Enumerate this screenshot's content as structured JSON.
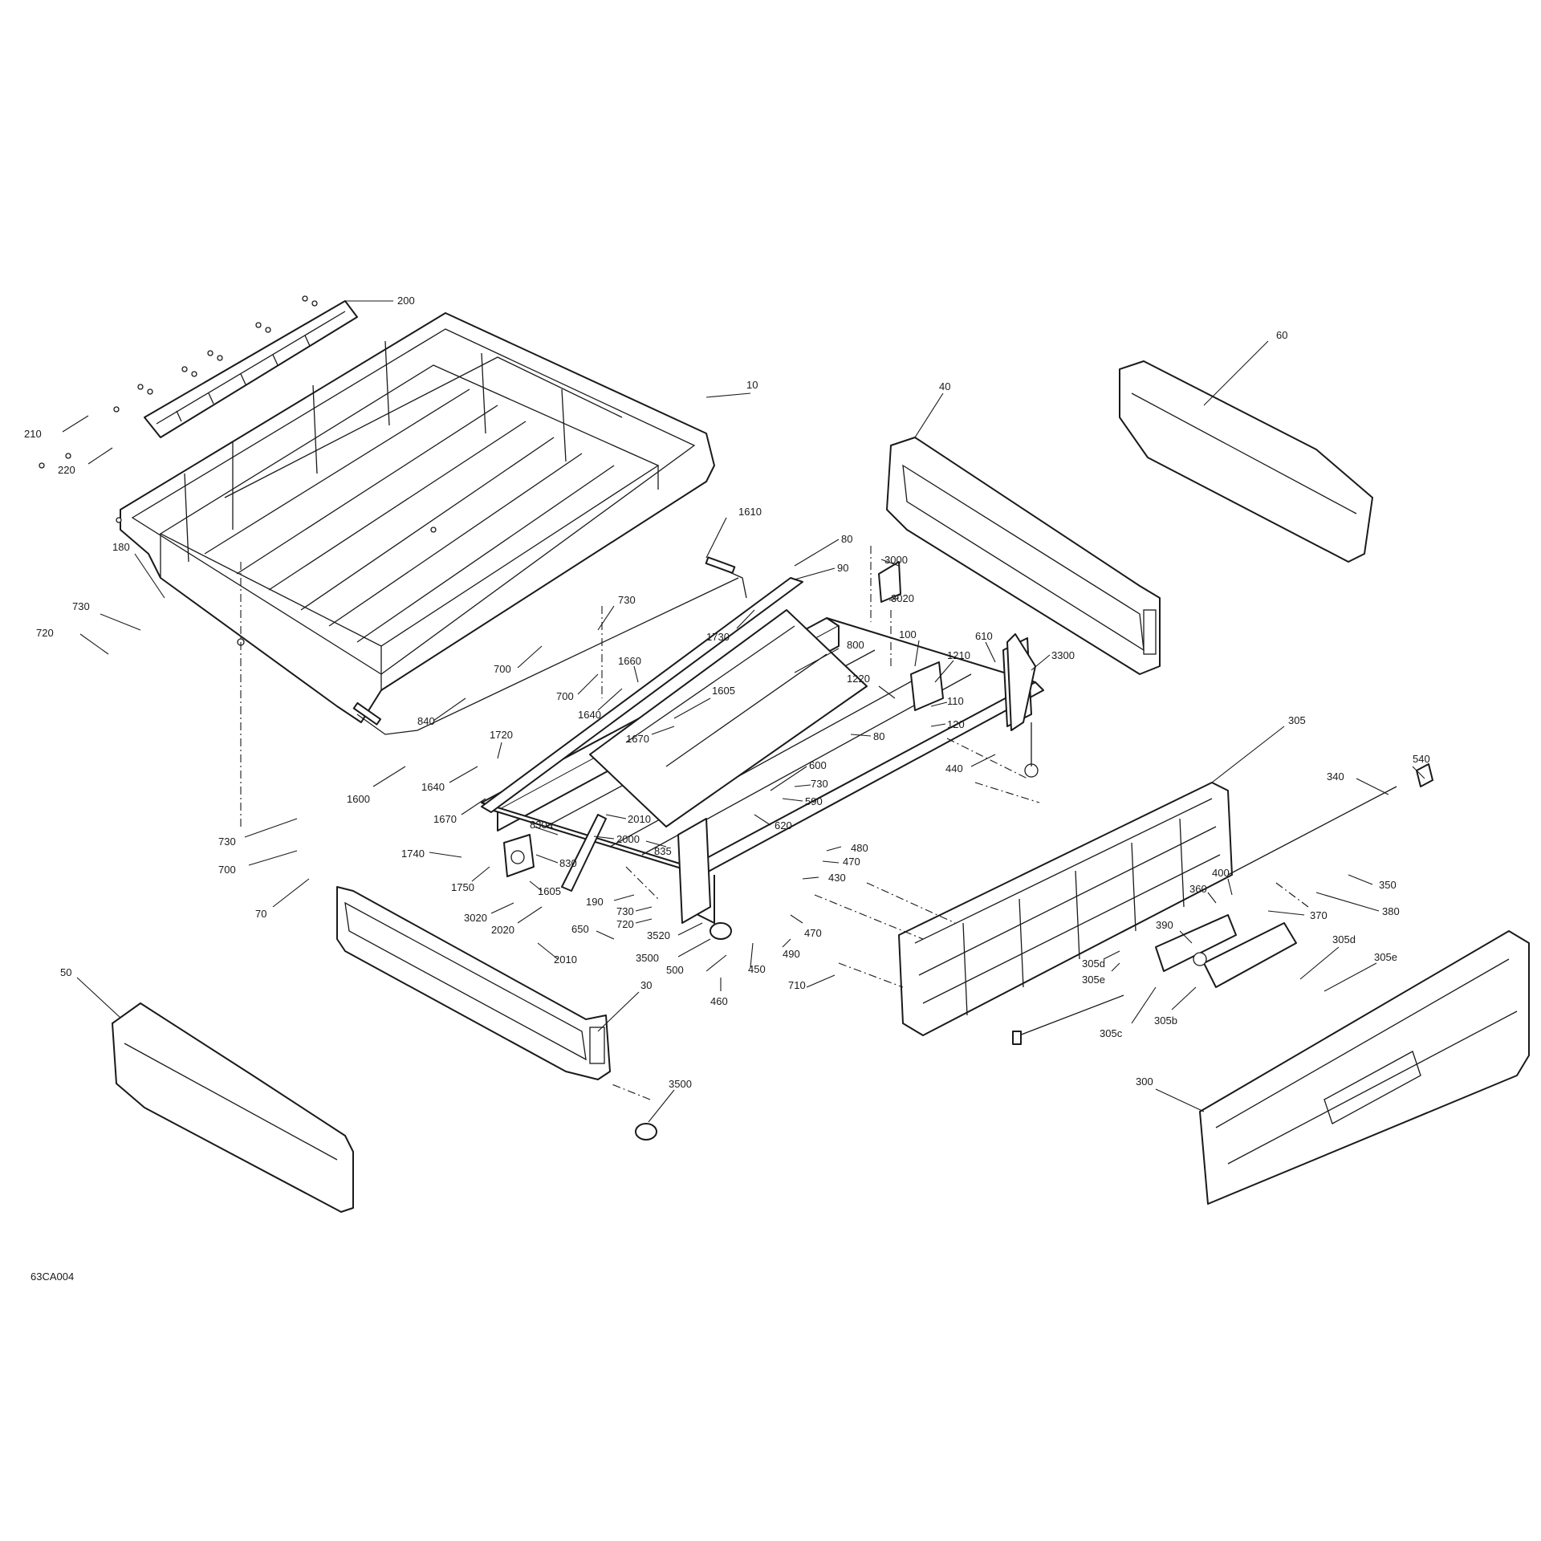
{
  "diagram_code": "63CA004",
  "callouts": [
    {
      "label": "200",
      "part": "cargo-box-rail-cover"
    },
    {
      "label": "210"
    },
    {
      "label": "220"
    },
    {
      "label": "10",
      "part": "cargo-box"
    },
    {
      "label": "180"
    },
    {
      "label": "730"
    },
    {
      "label": "720"
    },
    {
      "label": "840"
    },
    {
      "label": "1610"
    },
    {
      "label": "730"
    },
    {
      "label": "700"
    },
    {
      "label": "700"
    },
    {
      "label": "1660"
    },
    {
      "label": "1640"
    },
    {
      "label": "1605"
    },
    {
      "label": "1670"
    },
    {
      "label": "1720"
    },
    {
      "label": "1600"
    },
    {
      "label": "1640"
    },
    {
      "label": "1670"
    },
    {
      "label": "730"
    },
    {
      "label": "700"
    },
    {
      "label": "70"
    },
    {
      "label": "50",
      "part": "left-outer-panel"
    },
    {
      "label": "30",
      "part": "left-side-panel"
    },
    {
      "label": "3500"
    },
    {
      "label": "830a"
    },
    {
      "label": "830"
    },
    {
      "label": "1740"
    },
    {
      "label": "1605"
    },
    {
      "label": "1750"
    },
    {
      "label": "3020"
    },
    {
      "label": "2010"
    },
    {
      "label": "2000"
    },
    {
      "label": "835"
    },
    {
      "label": "2020"
    },
    {
      "label": "2010"
    },
    {
      "label": "650"
    },
    {
      "label": "190"
    },
    {
      "label": "730"
    },
    {
      "label": "720"
    },
    {
      "label": "3520"
    },
    {
      "label": "3500"
    },
    {
      "label": "500"
    },
    {
      "label": "450"
    },
    {
      "label": "460"
    },
    {
      "label": "490"
    },
    {
      "label": "470"
    },
    {
      "label": "430"
    },
    {
      "label": "470"
    },
    {
      "label": "480"
    },
    {
      "label": "620"
    },
    {
      "label": "590"
    },
    {
      "label": "730"
    },
    {
      "label": "600"
    },
    {
      "label": "80"
    },
    {
      "label": "800",
      "part": "frame"
    },
    {
      "label": "80"
    },
    {
      "label": "90"
    },
    {
      "label": "1730"
    },
    {
      "label": "3000"
    },
    {
      "label": "3020"
    },
    {
      "label": "100"
    },
    {
      "label": "1210"
    },
    {
      "label": "1220"
    },
    {
      "label": "110"
    },
    {
      "label": "120"
    },
    {
      "label": "610"
    },
    {
      "label": "3300"
    },
    {
      "label": "440"
    },
    {
      "label": "40",
      "part": "right-side-panel"
    },
    {
      "label": "60",
      "part": "right-outer-panel"
    },
    {
      "label": "305",
      "part": "tailgate-inner"
    },
    {
      "label": "540"
    },
    {
      "label": "340"
    },
    {
      "label": "400"
    },
    {
      "label": "350"
    },
    {
      "label": "360"
    },
    {
      "label": "380"
    },
    {
      "label": "370"
    },
    {
      "label": "390"
    },
    {
      "label": "305d"
    },
    {
      "label": "305e"
    },
    {
      "label": "305d"
    },
    {
      "label": "305e"
    },
    {
      "label": "305c"
    },
    {
      "label": "305b"
    },
    {
      "label": "710"
    },
    {
      "label": "300",
      "part": "tailgate-outer"
    }
  ]
}
